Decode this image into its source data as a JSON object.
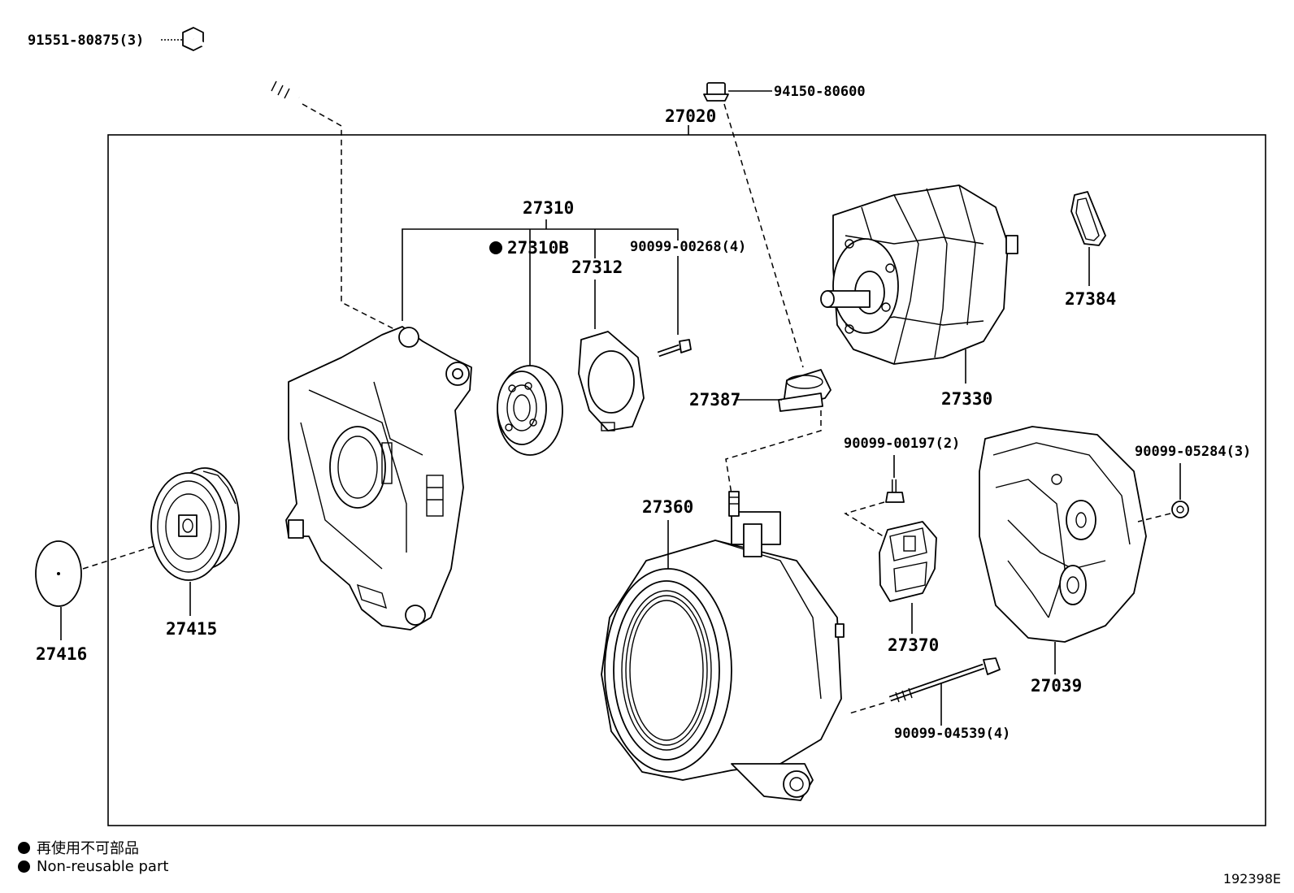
{
  "assembly": {
    "number": "27020"
  },
  "labels": {
    "bolt_top": "91551-80875(3)",
    "cap_top": "94150-80600",
    "frame_group": "27310",
    "bearing": "27310B",
    "retainer": "27312",
    "screws": "90099-00268(4)",
    "rotor": "27330",
    "insulator": "27384",
    "brush_holder_seal": "27387",
    "stator": "27360",
    "screw_regulator": "90099-00197(2)",
    "regulator": "27370",
    "nuts_rear": "90099-05284(3)",
    "rear_cover": "27039",
    "through_bolts": "90099-04539(4)",
    "pulley": "27415",
    "pulley_cap": "27416"
  },
  "legend": {
    "line1": "再使用不可部品",
    "line2": "Non-reusable part"
  },
  "figure_code": "192398E"
}
